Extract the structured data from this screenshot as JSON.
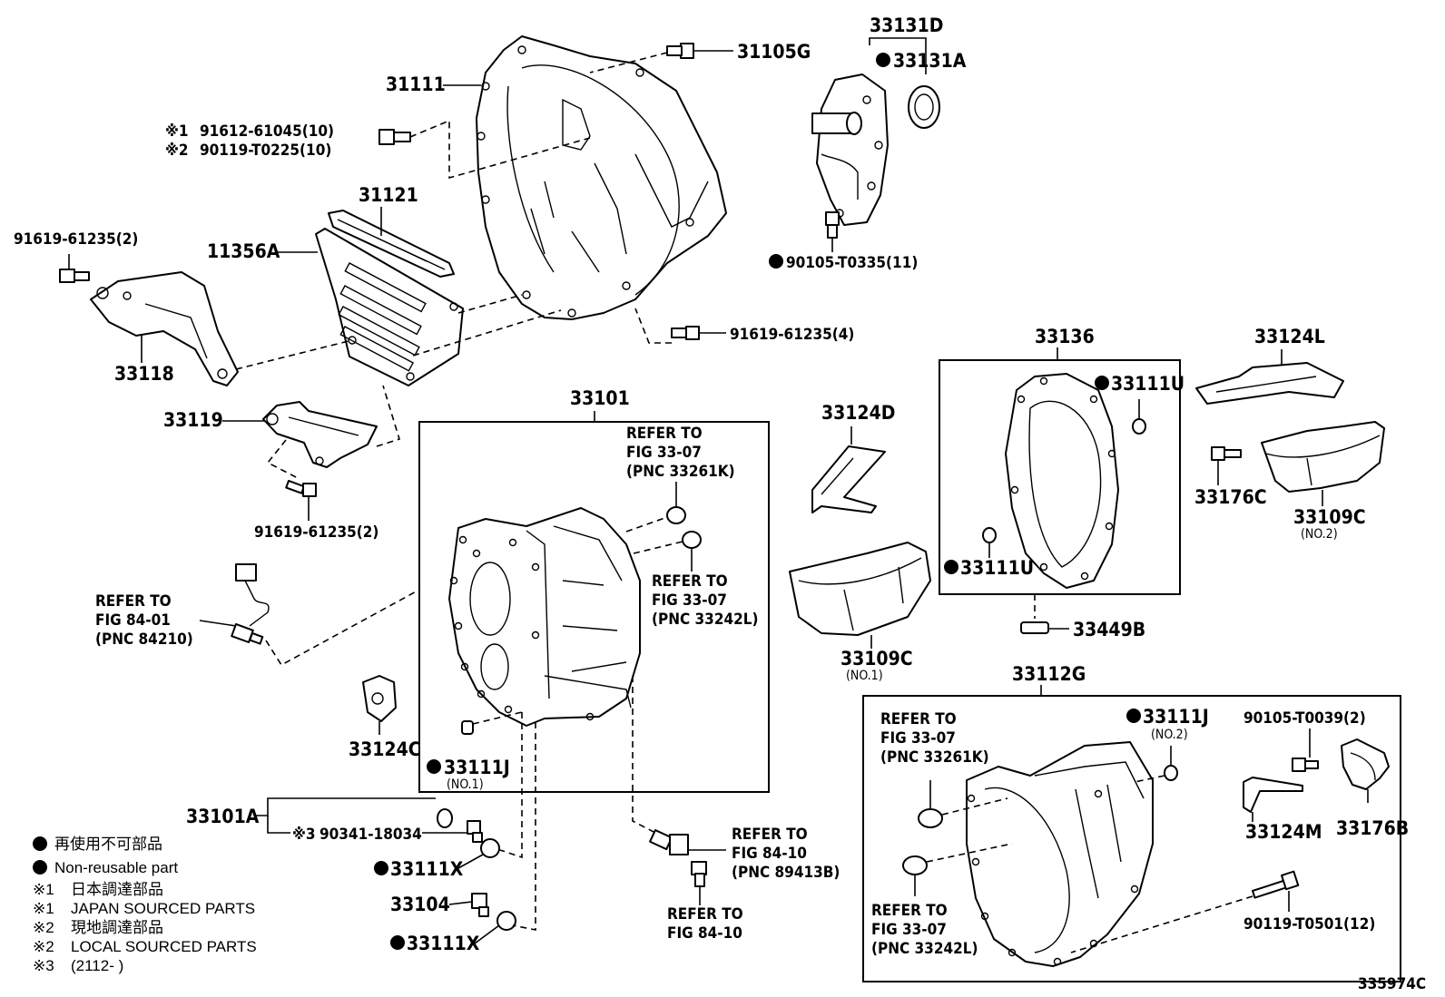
{
  "labels": {
    "l31111": "31111",
    "l31105g": "31105G",
    "l33131d": "33131D",
    "l33131a": "33131A",
    "l90105_t0335": "90105-T0335(11)",
    "l_note1_part": "91612-61045(10)",
    "l_note2_part": "90119-T0225(10)",
    "l31121": "31121",
    "l91619_top": "91619-61235(2)",
    "l11356a": "11356A",
    "l33118": "33118",
    "l91619_4": "91619-61235(4)",
    "l33119": "33119",
    "l91619_mid": "91619-61235(2)",
    "l33101": "33101",
    "ref_33261k_a": [
      "REFER TO",
      "FIG 33-07",
      "(PNC 33261K)"
    ],
    "ref_33242l_a": [
      "REFER TO",
      "FIG 33-07",
      "(PNC 33242L)"
    ],
    "ref_84210": [
      "REFER TO",
      "FIG 84-01",
      "(PNC 84210)"
    ],
    "l33124c": "33124C",
    "l33111j_no1": "33111J",
    "l33111j_no1_sub": "(NO.1)",
    "l33101a": "33101A",
    "l90341": "90341-18034",
    "l33111x_a": "33111X",
    "l33104": "33104",
    "l33111x_b": "33111X",
    "ref_89413b": [
      "REFER TO",
      "FIG 84-10",
      "(PNC 89413B)"
    ],
    "ref_84_10": [
      "REFER TO",
      "FIG 84-10"
    ],
    "l33124d": "33124D",
    "l33109c_no1": "33109C",
    "l33109c_no1_sub": "(NO.1)",
    "l33136": "33136",
    "l33111u_a": "33111U",
    "l33111u_b": "33111U",
    "l33449b": "33449B",
    "l33124l": "33124L",
    "l33176c": "33176C",
    "l33109c_no2": "33109C",
    "l33109c_no2_sub": "(NO.2)",
    "l33112g": "33112G",
    "ref_33261k_b": [
      "REFER TO",
      "FIG 33-07",
      "(PNC 33261K)"
    ],
    "ref_33242l_b": [
      "REFER TO",
      "FIG 33-07",
      "(PNC 33242L)"
    ],
    "l33111j_no2": "33111J",
    "l33111j_no2_sub": "(NO.2)",
    "l90105_t0039": "90105-T0039(2)",
    "l33124m": "33124M",
    "l33176b": "33176B",
    "l90119_t0501": "90119-T0501(12)"
  },
  "notes": {
    "mark1": "※1",
    "mark2": "※2",
    "mark3": "※3"
  },
  "legend": {
    "nonreuse_jp": "再使用不可部品",
    "nonreuse_en": "Non-reusable part",
    "note1_jp": "日本調達部品",
    "note1_en": "JAPAN SOURCED PARTS",
    "note2_jp": "現地調達部品",
    "note2_en": "LOCAL SOURCED PARTS",
    "note3": "(2112-     )"
  },
  "figure_id": "335974C"
}
